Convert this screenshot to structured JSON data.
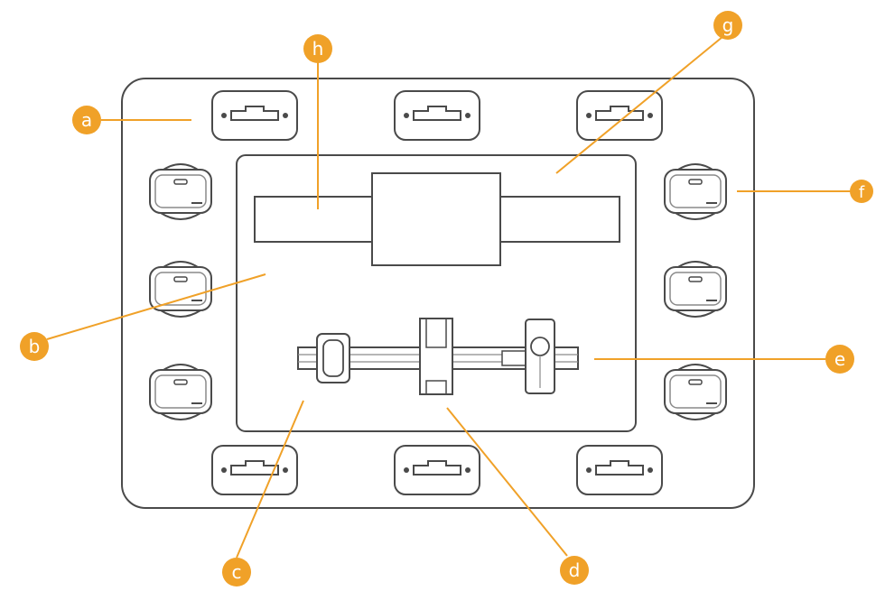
{
  "colors": {
    "accent": "#f0a128",
    "outline": "#4a4a4a",
    "detail": "#8a8a8a",
    "background": "#ffffff"
  },
  "labels": {
    "a": "a",
    "b": "b",
    "c": "c",
    "d": "d",
    "e": "e",
    "f": "f",
    "g": "g",
    "h": "h"
  }
}
